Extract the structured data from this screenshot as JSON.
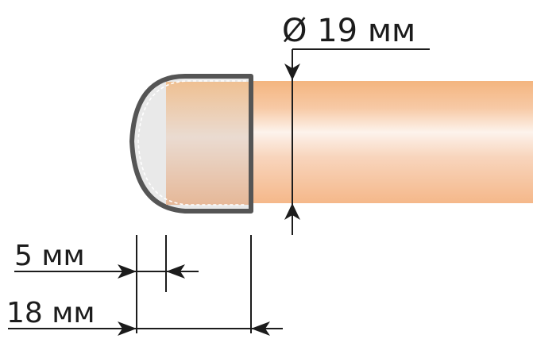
{
  "dimensions": {
    "diameter_label": "Ø 19 мм",
    "inset_label": "5 мм",
    "cap_length_label": "18 мм"
  },
  "colors": {
    "rod_top": "#f4b57f",
    "rod_mid": "#fdf2ea",
    "rod_bottom": "#f5b88a",
    "cap_outline": "#555555",
    "cap_fill": "#e9e9e9",
    "line": "#1c1c1c"
  },
  "icons": {
    "arrow": "arrow-icon"
  }
}
